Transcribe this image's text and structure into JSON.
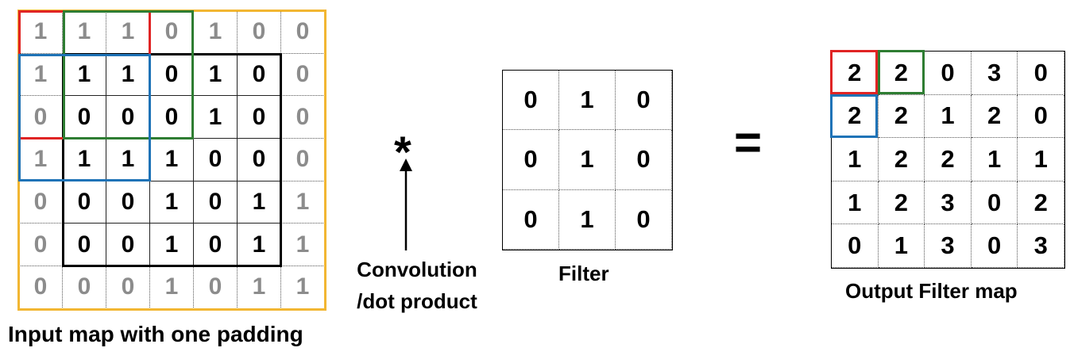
{
  "input_map": {
    "label": "Input map with one padding",
    "rows": [
      [
        "1",
        "1",
        "1",
        "0",
        "1",
        "0",
        "0"
      ],
      [
        "1",
        "1",
        "1",
        "0",
        "1",
        "0",
        "0"
      ],
      [
        "0",
        "0",
        "0",
        "0",
        "1",
        "0",
        "0"
      ],
      [
        "1",
        "1",
        "1",
        "1",
        "0",
        "0",
        "0"
      ],
      [
        "0",
        "0",
        "0",
        "1",
        "0",
        "1",
        "1"
      ],
      [
        "0",
        "0",
        "0",
        "1",
        "0",
        "1",
        "1"
      ],
      [
        "0",
        "0",
        "0",
        "1",
        "0",
        "1",
        "1"
      ]
    ]
  },
  "operator": {
    "symbol": "*",
    "label_line1": "Convolution",
    "label_line2": "/dot product"
  },
  "filter": {
    "label": "Filter",
    "rows": [
      [
        "0",
        "1",
        "0"
      ],
      [
        "0",
        "1",
        "0"
      ],
      [
        "0",
        "1",
        "0"
      ]
    ]
  },
  "equals": {
    "symbol": "="
  },
  "output_map": {
    "label": "Output Filter map",
    "rows": [
      [
        "2",
        "2",
        "0",
        "3",
        "0"
      ],
      [
        "2",
        "2",
        "1",
        "2",
        "0"
      ],
      [
        "1",
        "2",
        "2",
        "1",
        "1"
      ],
      [
        "1",
        "2",
        "3",
        "0",
        "2"
      ],
      [
        "0",
        "1",
        "3",
        "0",
        "3"
      ]
    ]
  },
  "colors": {
    "padding_border": "#f2b632",
    "window_red": "#e02424",
    "window_green": "#2e7d32",
    "window_blue": "#1f73b7",
    "padding_digit": "#8c8c8c"
  }
}
